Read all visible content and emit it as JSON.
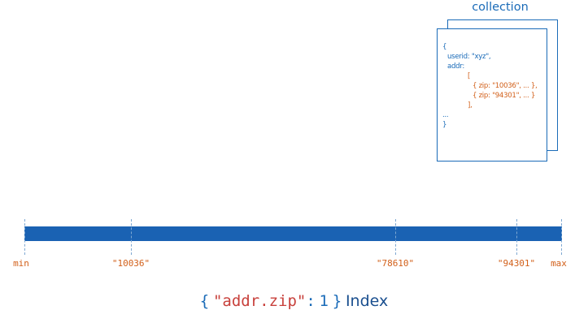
{
  "collection": {
    "title": "collection",
    "doc_lines": [
      {
        "text": "{",
        "color": "blue"
      },
      {
        "text": "userid: \"xyz\",",
        "color": "blue"
      },
      {
        "text": "addr:",
        "color": "blue"
      },
      {
        "text": "[",
        "color": "orange"
      },
      {
        "text": "{ zip: \"10036\", ... },",
        "color": "orange"
      },
      {
        "text": "{ zip: \"94301\", ... }",
        "color": "orange"
      },
      {
        "text": "],",
        "color": "orange"
      },
      {
        "text": "...",
        "color": "blue"
      },
      {
        "text": "}",
        "color": "blue"
      }
    ]
  },
  "index_range": {
    "ticks": [
      "min",
      "\"10036\"",
      "\"78610\"",
      "\"94301\"",
      "max"
    ]
  },
  "index_title": {
    "open_brace": "{",
    "key": "\"addr.zip\"",
    "colon": ":",
    "value": "1",
    "close_brace": "}",
    "word": "Index"
  },
  "colors": {
    "blue": "#1a6bb8",
    "bar": "#1a62b3",
    "orange": "#d2601a",
    "red": "#c8413c"
  }
}
